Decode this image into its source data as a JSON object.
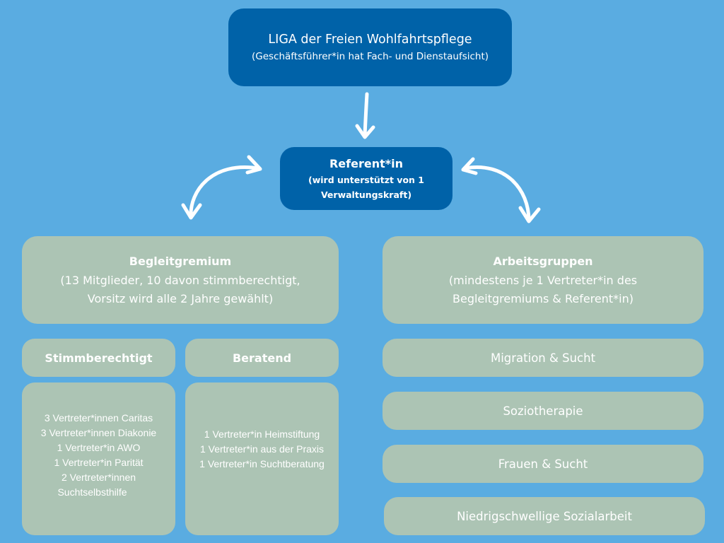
{
  "colors": {
    "background": "#5aace1",
    "dark_box": "#0062a8",
    "sage_box": "#acc4b4",
    "text": "#ffffff"
  },
  "liga": {
    "title": "LIGA der Freien Wohlfahrtspflege",
    "subtitle": "(Geschäftsführer*in hat Fach- und Dienstaufsicht)"
  },
  "referent": {
    "title": "Referent*in",
    "subtitle_line1": "(wird unterstützt von 1",
    "subtitle_line2": "Verwaltungskraft)"
  },
  "begleitgremium": {
    "title": "Begleitgremium",
    "subtitle_line1": "(13 Mitglieder, 10 davon stimmberechtigt,",
    "subtitle_line2": "Vorsitz wird alle 2 Jahre gewählt)",
    "stimmberechtigt": {
      "label": "Stimmberechtigt",
      "members": [
        "3 Vertreter*innen Caritas",
        "3 Vertreter*innen Diakonie",
        "1 Vertreter*in AWO",
        "1 Vertreter*in Parität",
        "2 Vertreter*innen",
        "Suchtselbsthilfe"
      ]
    },
    "beratend": {
      "label": "Beratend",
      "members": [
        "1 Vertreter*in Heimstiftung",
        "1 Vertreter*in aus der Praxis",
        "1 Vertreter*in Suchtberatung"
      ]
    }
  },
  "arbeitsgruppen": {
    "title": "Arbeitsgruppen",
    "subtitle_line1": "(mindestens je 1 Vertreter*in des",
    "subtitle_line2": "Begleitgremiums & Referent*in)",
    "groups": [
      "Migration & Sucht",
      "Soziotherapie",
      "Frauen & Sucht",
      "Niedrigschwellige Sozialarbeit"
    ]
  }
}
